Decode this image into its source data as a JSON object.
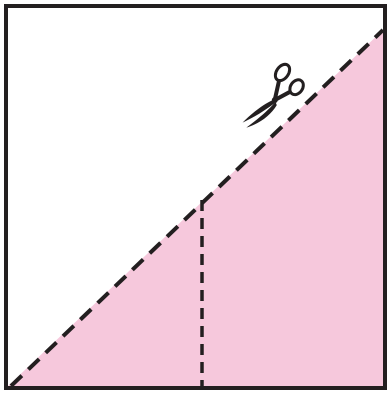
{
  "diagram": {
    "kind": "paper-cutting-illustration",
    "square": {
      "fill": "#ffffff",
      "border_color": "#231f20"
    },
    "shaded_region": {
      "shape": "triangle-below-diagonal",
      "fill": "#f6c8dc"
    },
    "diagonal_cut_line": {
      "style": "dashed",
      "color": "#231f20"
    },
    "vertical_fold_line": {
      "style": "dashed",
      "color": "#231f20"
    },
    "scissors": {
      "icon": "scissors-icon",
      "color": "#231f20"
    }
  }
}
